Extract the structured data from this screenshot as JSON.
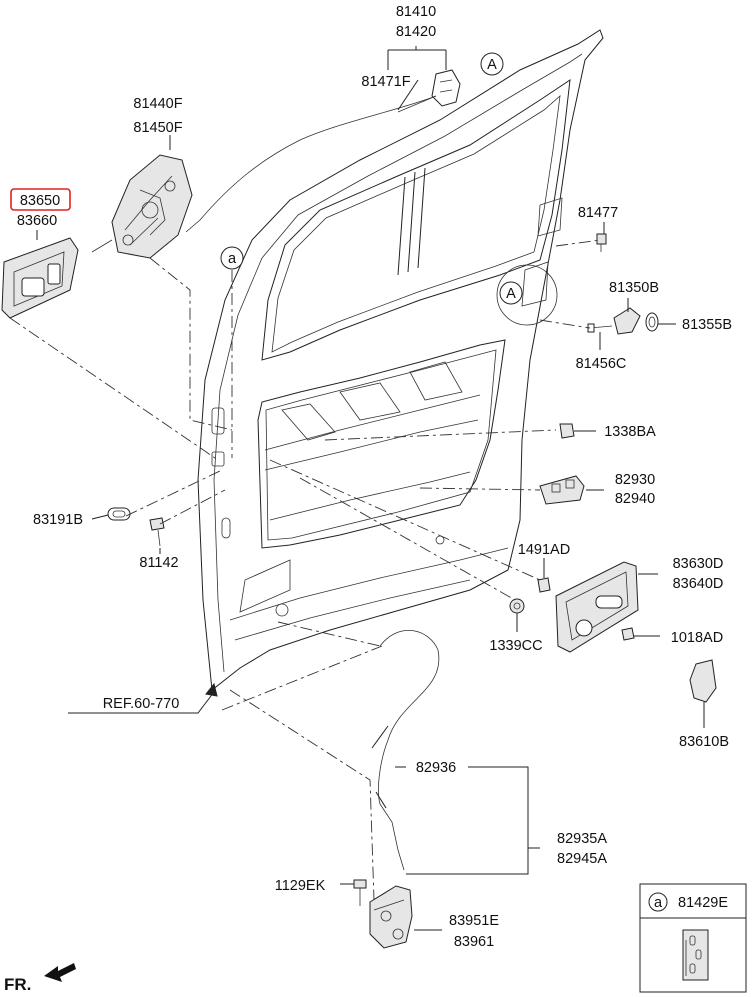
{
  "labels": {
    "p81410": "81410",
    "p81420": "81420",
    "p81471F": "81471F",
    "p81440F": "81440F",
    "p81450F": "81450F",
    "p83650": "83650",
    "p83660": "83660",
    "p81477": "81477",
    "p81350B": "81350B",
    "p81355B": "81355B",
    "p81456C": "81456C",
    "p1338BA": "1338BA",
    "p82930": "82930",
    "p82940": "82940",
    "p83191B": "83191B",
    "p81142": "81142",
    "p1491AD": "1491AD",
    "p83630D": "83630D",
    "p83640D": "83640D",
    "p1339CC": "1339CC",
    "p1018AD": "1018AD",
    "p83610B": "83610B",
    "ref": "REF.60-770",
    "p82936": "82936",
    "p82935A": "82935A",
    "p82945A": "82945A",
    "p1129EK": "1129EK",
    "p83951E": "83951E",
    "p83961": "83961",
    "fr": "FR."
  },
  "callouts": {
    "A_upper": "A",
    "A_lower": "A",
    "a_main": "a"
  },
  "inset": {
    "marker": "a",
    "part": "81429E"
  },
  "highlight": {
    "part": "83650",
    "color": "#e02020"
  }
}
